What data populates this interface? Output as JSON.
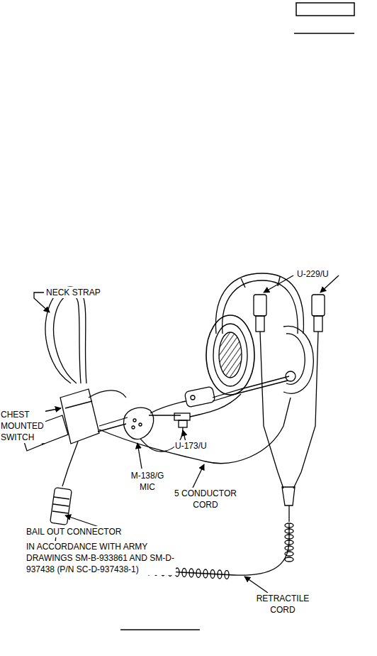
{
  "diagram": {
    "labels": [
      "U-229/U",
      "NECK STRAP",
      "CHEST MOUNTED SWITCH",
      "U-173/U",
      "M-138/G MIC",
      "5 CONDUCTOR CORD",
      "BAIL OUT CONNECTOR",
      "IN ACCORDANCE WITH ARMY DRAWINGS SM-B-933861 AND SM-D-937438 (P/N SC-D-937438-1)",
      "RETRACTILE CORD"
    ]
  }
}
